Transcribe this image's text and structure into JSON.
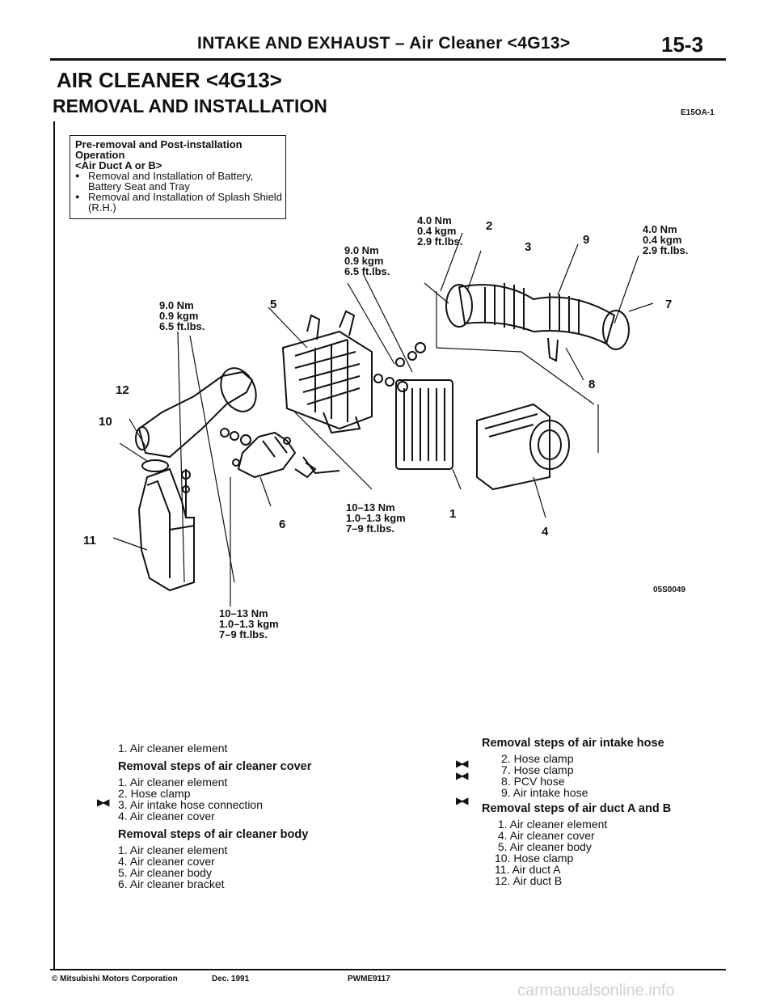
{
  "header": {
    "title": "INTAKE AND EXHAUST – Air Cleaner <4G13>",
    "page": "15-3"
  },
  "section_title": "AIR CLEANER <4G13>",
  "subsection_title": "REMOVAL AND INSTALLATION",
  "ref_code": "E15OA-1",
  "pre_box": {
    "heading": "Pre-removal and Post-installation Operation",
    "target": "<Air Duct A or B>",
    "items": [
      "Removal and Installation of Battery, Battery Seat and Tray",
      "Removal and Installation of Splash Shield (R.H.)"
    ]
  },
  "torques": {
    "a": [
      "9.0 Nm",
      "0.9 kgm",
      "6.5 ft.lbs."
    ],
    "b": [
      "9.0 Nm",
      "0.9 kgm",
      "6.5 ft.lbs."
    ],
    "c": [
      "4.0 Nm",
      "0.4 kgm",
      "2.9 ft.lbs."
    ],
    "d": [
      "4.0 Nm",
      "0.4 kgm",
      "2.9 ft.lbs."
    ],
    "e": [
      "10–13 Nm",
      "1.0–1.3 kgm",
      "7–9 ft.lbs."
    ],
    "f": [
      "10–13 Nm",
      "1.0–1.3 kgm",
      "7–9 ft.lbs."
    ]
  },
  "callouts": [
    "1",
    "2",
    "3",
    "4",
    "5",
    "6",
    "7",
    "8",
    "9",
    "10",
    "11",
    "12"
  ],
  "figure_code": "05S0049",
  "steps_left": {
    "intro": "1. Air cleaner element",
    "cover_title": "Removal steps of air cleaner cover",
    "cover": [
      "1. Air cleaner element",
      "2. Hose clamp",
      "3. Air intake hose connection",
      "4. Air cleaner cover"
    ],
    "body_title": "Removal steps of air cleaner body",
    "body": [
      "1. Air cleaner element",
      "4. Air cleaner cover",
      "5. Air cleaner body",
      "6. Air cleaner bracket"
    ]
  },
  "steps_right": {
    "hose_title": "Removal steps of air intake hose",
    "hose": [
      "2. Hose clamp",
      "7. Hose clamp",
      "8. PCV hose",
      "9. Air intake hose"
    ],
    "duct_title": "Removal steps of air duct A and B",
    "duct": [
      " 1. Air cleaner element",
      " 4. Air cleaner cover",
      " 5. Air cleaner body",
      "10. Hose clamp",
      "11. Air duct A",
      "12. Air duct B"
    ]
  },
  "marker": "▶◀",
  "footer": {
    "copyright": "© Mitsubishi Motors Corporation",
    "date": "Dec. 1991",
    "code": "PWME9117"
  },
  "watermark": "carmanualsonline.info"
}
